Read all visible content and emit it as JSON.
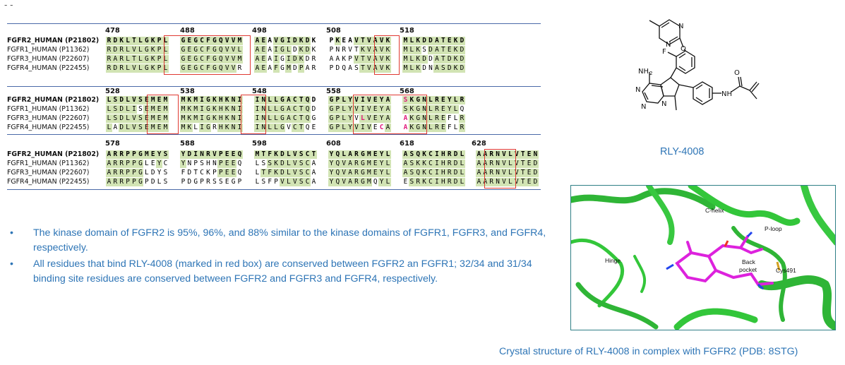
{
  "corner_mark": "- -",
  "alignment": {
    "blocks": [
      {
        "numbers": [
          "478",
          "488",
          "498",
          "508",
          "518"
        ],
        "rows": [
          {
            "label": "FGFR2_HUMAN (P21802)",
            "bold": true,
            "seq": "RDKLTLGKPL GEGCFGQVVM AEAVGIDKDK PKEAVTVAVK MLKDDATEKD"
          },
          {
            "label": "FGFR1_HUMAN (P11362)",
            "bold": false,
            "seq": "RDRLVLGKPL GEGCFGQVVL AEAIGLDKDK PNRVTKVAVK MLKSDATEKD"
          },
          {
            "label": "FGFR3_HUMAN (P22607)",
            "bold": false,
            "seq": "RARLTLGKPL GEGCFGQVVM AEAIGIDKDR AAKPVTVAVK MLKDDATDKD"
          },
          {
            "label": "FGFR4_HUMAN (P22455)",
            "bold": false,
            "seq": "RDRLVLGKPL GEGCFGQVVR AEAFGMDPAR PDQASTVAVK MLKDNASDKD"
          }
        ]
      },
      {
        "numbers": [
          "528",
          "538",
          "548",
          "558",
          "568"
        ],
        "rows": [
          {
            "label": "FGFR2_HUMAN (P21802)",
            "bold": true,
            "seq": "LSDLVSEMEM MKMIGKHKNI INLLGACTQD GPLYVIVEYA SKGNLREYLR"
          },
          {
            "label": "FGFR1_HUMAN (P11362)",
            "bold": false,
            "seq": "LSDLISEMEM MKMIGKHKNI INLLGACTQD GPLYVIVEYA SKGNLREYLQ"
          },
          {
            "label": "FGFR3_HUMAN (P22607)",
            "bold": false,
            "seq": "LSDLVSEMEM MKMIGKHKNI INLLGACTQG GPLYVLVEYA AKGNLREFLR"
          },
          {
            "label": "FGFR4_HUMAN (P22455)",
            "bold": false,
            "seq": "LADLVSEMEM MKLIGRHKNI INLLGVCTQE GPLYVIVECA AKGNLREFLR"
          }
        ]
      },
      {
        "numbers": [
          "578",
          "588",
          "598",
          "608",
          "618",
          "628"
        ],
        "rows": [
          {
            "label": "FGFR2_HUMAN (P21802)",
            "bold": true,
            "seq": "ARRPPGMEYS YDINRVPEEQ MTFKDLVSCT YQLARGMEYL ASQKCIHRDL AARNVLVTEN"
          },
          {
            "label": "FGFR1_HUMAN (P11362)",
            "bold": false,
            "seq": "ARRPPGLEYC YNPSHNPEEQ LSSKDLVSCA YQVARGMEYL ASKKCIHRDL AARNVLVTED"
          },
          {
            "label": "FGFR3_HUMAN (P22607)",
            "bold": false,
            "seq": "ARRPPGLDYS FDTCKPPEEQ LTFKDLVSCA YQVARGMEYL ASQKCIHRDL AARNVLVTED"
          },
          {
            "label": "FGFR4_HUMAN (P22455)",
            "bold": false,
            "seq": "ARRPPGPDLS PDGPRSSEGP LSFPVLVSCA YQVARGMQYL ESRKCIHRDL AARNVLVTED"
          }
        ]
      }
    ]
  },
  "bullets": [
    "The kinase domain of FGFR2 is 95%, 96%, and 88% similar to the kinase domains of FGFR1, FGFR3, and FGFR4, respectively.",
    "All residues  that  bind  RLY-4008 (marked in red box) are conserved between FGFR2 an FGFR1; 32/34 and 31/34 binding site residues are conserved between FGFR2 and FGFR3 and FGFR4, respectively."
  ],
  "bullet_symbol": "•",
  "molecule": {
    "caption": "RLY-4008",
    "atoms": {
      "n1": "N",
      "n2": "N",
      "o": "O",
      "f": "F",
      "nh2": "NH",
      "nh2_sub": "2",
      "n3": "N",
      "n4": "N",
      "n5": "N",
      "nh": "NH",
      "o2": "O"
    }
  },
  "crystal": {
    "caption": "Crystal structure of RLY-4008 in complex  with FGFR2 (PDB: 8STG)",
    "labels": {
      "c_helix": "C-helix",
      "p_loop": "P-loop",
      "hinge": "Hinge",
      "back_pocket_1": "Back",
      "back_pocket_2": "pocket",
      "cys491": "Cys491"
    }
  },
  "colors": {
    "accent_blue": "#2e75b6",
    "box_red": "#e03a32",
    "pink": "#e0187a",
    "highlight_green": "#d2e4b4",
    "ribbon_green": "#33c63a",
    "ligand_magenta": "#dd22dd"
  }
}
